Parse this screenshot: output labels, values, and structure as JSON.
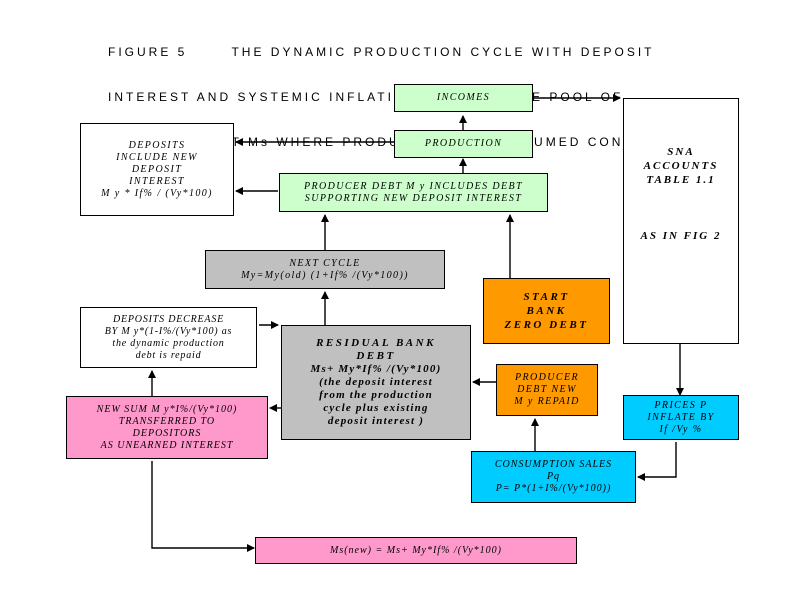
{
  "title": {
    "line1": "FIGURE 5       THE DYNAMIC PRODUCTION CYCLE WITH DEPOSIT",
    "line2": "INTEREST AND SYSTEMIC INFLATION SHOWING THE POOL OF",
    "line3": "RESIDUAL DEBT Ms WHERE PRODUCTION Q IS ASSUMED CONSTANT."
  },
  "boxes": {
    "incomes": [
      "INCOMES"
    ],
    "production": [
      "PRODUCTION"
    ],
    "deposits": [
      "DEPOSITS",
      "INCLUDE NEW",
      "DEPOSIT",
      "INTEREST",
      "M y * If% / (Vy*100)"
    ],
    "producer_debt": [
      "PRODUCER DEBT M y  INCLUDES DEBT",
      "SUPPORTING NEW DEPOSIT INTEREST"
    ],
    "next_cycle": [
      "NEXT CYCLE",
      "My=My(old) (1+If% /(Vy*100))"
    ],
    "sna": [
      "SNA",
      "ACCOUNTS",
      "TABLE 1.1",
      "",
      "",
      "",
      "AS IN FIG 2"
    ],
    "start_bank": [
      "START",
      "BANK",
      "ZERO DEBT"
    ],
    "deposits_decrease": [
      "DEPOSITS DECREASE",
      "BY M y*(1-I%/(Vy*100) as",
      "the dynamic production",
      "debt is  repaid"
    ],
    "residual": [
      "RESIDUAL BANK",
      "DEBT",
      "Ms+ My*If% /(Vy*100)",
      "(the deposit interest",
      "from the production",
      "cycle plus existing",
      "deposit interest )"
    ],
    "producer_new": [
      "PRODUCER",
      "DEBT NEW",
      "M y REPAID"
    ],
    "prices": [
      "PRICES P",
      "INFLATE BY",
      "If /Vy %"
    ],
    "new_sum": [
      "NEW SUM M y*I%/(Vy*100)",
      "TRANSFERRED TO",
      "DEPOSITORS",
      "AS UNEARNED INTEREST"
    ],
    "consumption": [
      "CONSUMPTION SALES",
      "Pq",
      "P= P*(1+I%/(Vy*100))"
    ],
    "ms_new": [
      "Ms(new) = Ms+ My*If% /(Vy*100)"
    ]
  },
  "colors": {
    "green": "#ccffcc",
    "gray": "#c0c0c0",
    "orange": "#ff9900",
    "pink": "#ff99cc",
    "cyan": "#00ccff"
  }
}
